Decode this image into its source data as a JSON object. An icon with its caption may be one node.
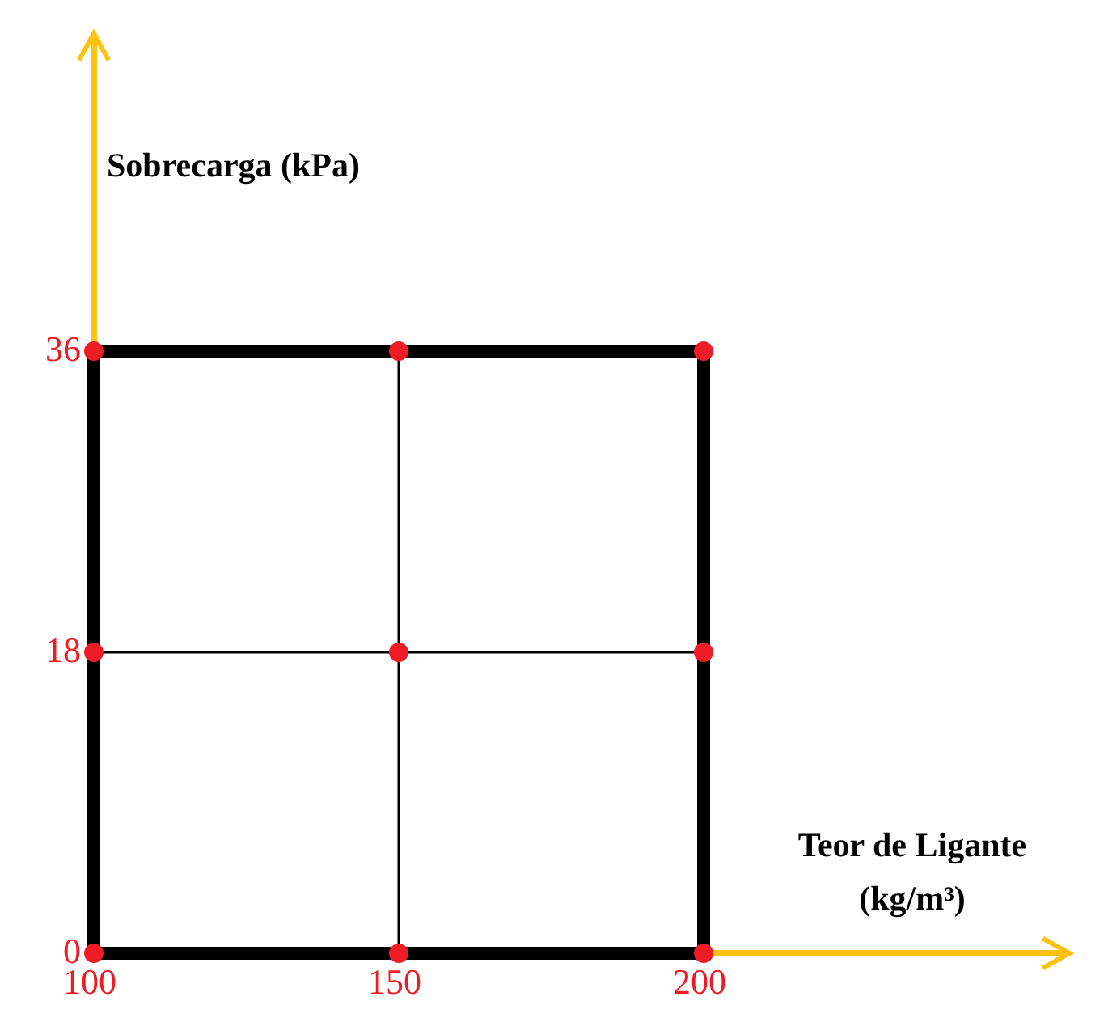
{
  "diagram": {
    "chart_data": {
      "type": "scatter",
      "xlabel": "Teor de Ligante (kg/m³)",
      "ylabel": "Sobrecarga (kPa)",
      "x": [
        100,
        100,
        100,
        150,
        150,
        150,
        200,
        200,
        200
      ],
      "series": [
        {
          "color": "#ee1c24",
          "values": [
            0,
            18,
            36,
            0,
            18,
            36,
            0,
            18,
            36
          ]
        }
      ],
      "ref_lines": [
        {
          "axis": "x",
          "value": 150
        },
        {
          "axis": "y",
          "value": 18
        }
      ],
      "xlim": [
        100,
        260
      ],
      "ylim": [
        0,
        55
      ],
      "xticks": [
        100,
        150,
        200
      ],
      "yticks": [
        0,
        18,
        36
      ]
    }
  }
}
